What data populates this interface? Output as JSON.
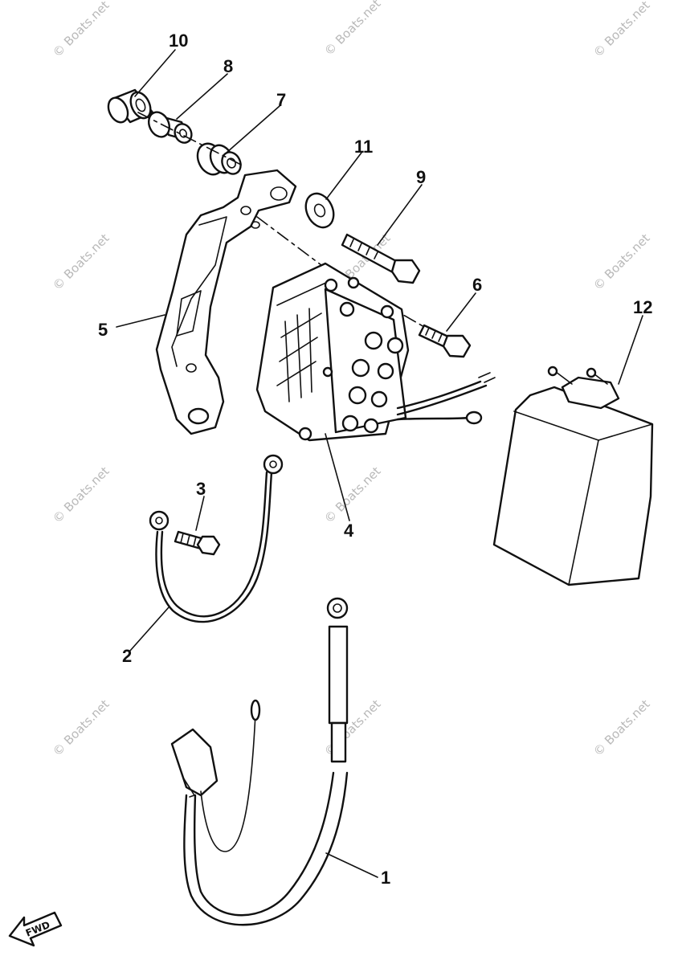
{
  "diagram": {
    "callouts": [
      {
        "id": "1",
        "label": "1"
      },
      {
        "id": "2",
        "label": "2"
      },
      {
        "id": "3",
        "label": "3"
      },
      {
        "id": "4",
        "label": "4"
      },
      {
        "id": "5",
        "label": "5"
      },
      {
        "id": "6",
        "label": "6"
      },
      {
        "id": "7",
        "label": "7"
      },
      {
        "id": "8",
        "label": "8"
      },
      {
        "id": "9",
        "label": "9"
      },
      {
        "id": "10",
        "label": "10"
      },
      {
        "id": "11",
        "label": "11"
      },
      {
        "id": "12",
        "label": "12"
      }
    ],
    "watermark": "© Boats.net",
    "fwd_label": "FWD",
    "colors": {
      "line": "#111111",
      "watermark": "#b9b9b9",
      "background": "#ffffff"
    }
  }
}
